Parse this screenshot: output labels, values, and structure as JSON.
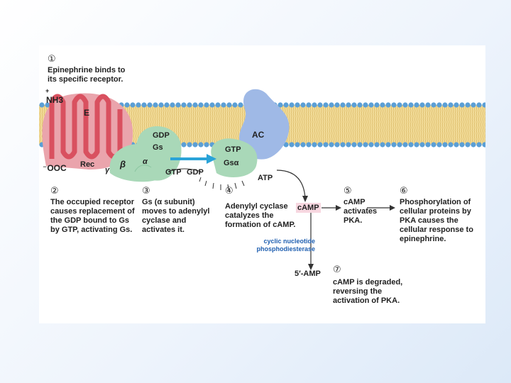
{
  "steps": [
    {
      "num": "①",
      "text": "Epinephrine binds to its specific receptor."
    },
    {
      "num": "②",
      "text": "The occupied receptor causes replacement of the GDP bound to Gs by GTP, activating Gs."
    },
    {
      "num": "③",
      "text": "Gs (α subunit) moves to adenylyl cyclase and activates it."
    },
    {
      "num": "④",
      "text": "Adenylyl cyclase catalyzes the formation of cAMP."
    },
    {
      "num": "⑤",
      "text": "cAMP activates PKA."
    },
    {
      "num": "⑥",
      "text": "Phosphorylation of cellular proteins by PKA causes the cellular response to epinephrine."
    },
    {
      "num": "⑦",
      "text": "cAMP is degraded, reversing the activation of PKA."
    }
  ],
  "labels": {
    "nh3": "NH3",
    "plus": "+",
    "e": "E",
    "ooc": "⁻OOC",
    "rec": "Rec",
    "gamma": "γ",
    "beta": "β",
    "alpha": "α",
    "gdp": "GDP",
    "gs": "Gs",
    "gtp": "GTP",
    "gs_alpha": "Gsα",
    "gtp_small": "GTP",
    "gdp_small": "GDP",
    "ac": "AC",
    "atp": "ATP",
    "camp": "cAMP",
    "pde": "cyclic nucleotide phosphodiesterase",
    "amp": "5′-AMP"
  },
  "colors": {
    "receptor": "#d9505f",
    "receptor_light": "#eaa4ac",
    "gprotein": "#a9d8b8",
    "ac": "#9fb9e6",
    "membrane_head": "#5b9fd6",
    "membrane_tail": "#f3dd9a",
    "arrow_cyan": "#2aa3d8"
  }
}
